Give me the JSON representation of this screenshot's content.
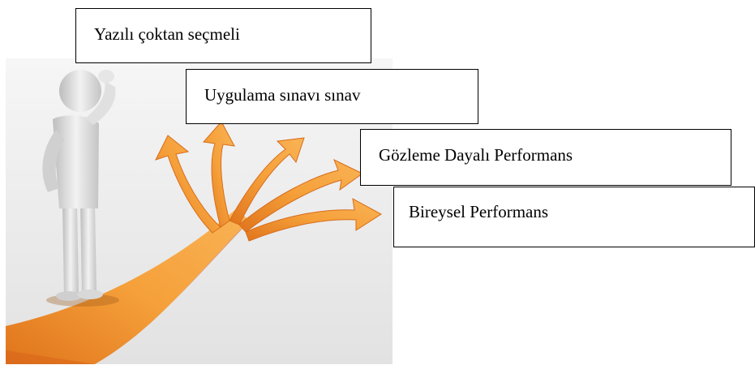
{
  "options": [
    {
      "label": "Yazılı çoktan seçmeli"
    },
    {
      "label": "Uygulama sınavı sınav"
    },
    {
      "label": "Gözleme Dayalı Performans"
    },
    {
      "label": "Bireysel Performans"
    }
  ],
  "colors": {
    "path_orange": "#f5a03a",
    "path_orange_dark": "#e0741c",
    "figure_gray": "#d9d9d9",
    "background_gray": "#ececec"
  }
}
